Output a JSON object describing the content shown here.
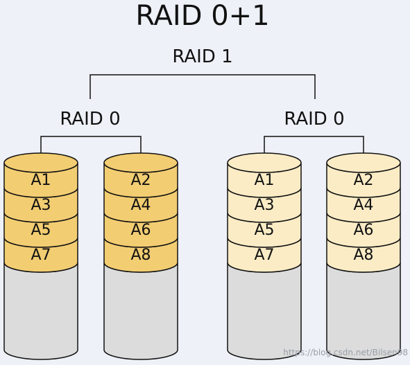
{
  "title": "RAID 0+1",
  "mirror_label": "RAID 1",
  "stripe_sets": [
    {
      "label": "RAID 0",
      "fill_color": "#f2cd72",
      "disks": [
        {
          "blocks": [
            "A1",
            "A3",
            "A5",
            "A7"
          ]
        },
        {
          "blocks": [
            "A2",
            "A4",
            "A6",
            "A8"
          ]
        }
      ]
    },
    {
      "label": "RAID 0",
      "fill_color": "#fbecc6",
      "disks": [
        {
          "blocks": [
            "A1",
            "A3",
            "A5",
            "A7"
          ]
        },
        {
          "blocks": [
            "A2",
            "A4",
            "A6",
            "A8"
          ]
        }
      ]
    }
  ],
  "empty_color": "#dcdcdc",
  "watermark": "https://blog.csdn.net/Bilsen98"
}
